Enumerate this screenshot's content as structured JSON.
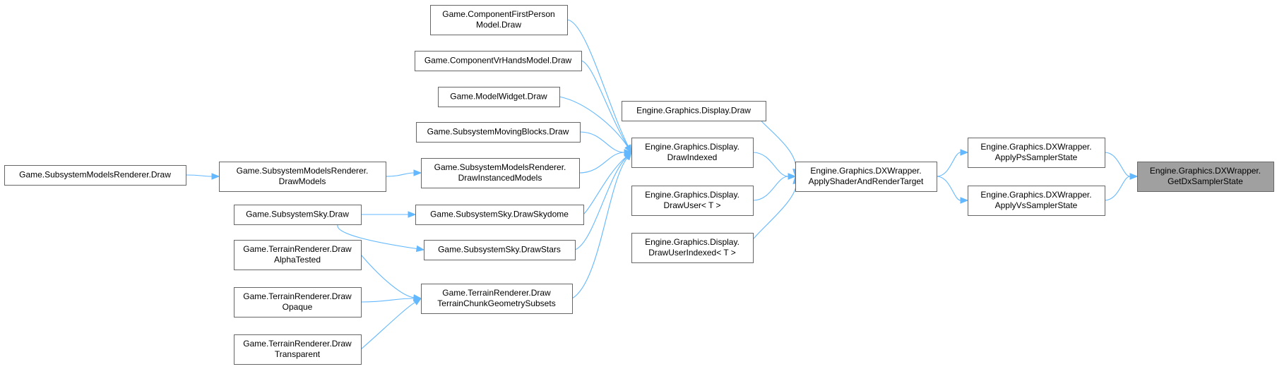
{
  "diagram": {
    "edge_color": "#63b8ff",
    "node_border_color": "#666666",
    "highlight_fill": "#a0a0a0",
    "nodes": [
      {
        "id": "getdx",
        "lines": [
          "Engine.Graphics.DXWrapper.",
          "GetDxSamplerState"
        ],
        "highlight": true
      },
      {
        "id": "applyps",
        "lines": [
          "Engine.Graphics.DXWrapper.",
          "ApplyPsSamplerState"
        ]
      },
      {
        "id": "applyvs",
        "lines": [
          "Engine.Graphics.DXWrapper.",
          "ApplyVsSamplerState"
        ]
      },
      {
        "id": "applyshader",
        "lines": [
          "Engine.Graphics.DXWrapper.",
          "ApplyShaderAndRenderTarget"
        ]
      },
      {
        "id": "display_draw",
        "lines": [
          "Engine.Graphics.Display.Draw"
        ]
      },
      {
        "id": "drawindexed",
        "lines": [
          "Engine.Graphics.Display.",
          "DrawIndexed"
        ]
      },
      {
        "id": "drawuser",
        "lines": [
          "Engine.Graphics.Display.",
          "DrawUser< T >"
        ]
      },
      {
        "id": "drawuserindexed",
        "lines": [
          "Engine.Graphics.Display.",
          "DrawUserIndexed< T >"
        ]
      },
      {
        "id": "cfp",
        "lines": [
          "Game.ComponentFirstPerson",
          "Model.Draw"
        ]
      },
      {
        "id": "cvr",
        "lines": [
          "Game.ComponentVrHandsModel.Draw"
        ]
      },
      {
        "id": "mw",
        "lines": [
          "Game.ModelWidget.Draw"
        ]
      },
      {
        "id": "smb",
        "lines": [
          "Game.SubsystemMovingBlocks.Draw"
        ]
      },
      {
        "id": "smr_dim",
        "lines": [
          "Game.SubsystemModelsRenderer.",
          "DrawInstancedModels"
        ]
      },
      {
        "id": "sky_skydome",
        "lines": [
          "Game.SubsystemSky.DrawSkydome"
        ]
      },
      {
        "id": "sky_stars",
        "lines": [
          "Game.SubsystemSky.DrawStars"
        ]
      },
      {
        "id": "tr_tcgs",
        "lines": [
          "Game.TerrainRenderer.Draw",
          "TerrainChunkGeometrySubsets"
        ]
      },
      {
        "id": "smr_dm",
        "lines": [
          "Game.SubsystemModelsRenderer.",
          "DrawModels"
        ]
      },
      {
        "id": "smr_draw",
        "lines": [
          "Game.SubsystemModelsRenderer.Draw"
        ]
      },
      {
        "id": "sky_draw",
        "lines": [
          "Game.SubsystemSky.Draw"
        ]
      },
      {
        "id": "tr_alpha",
        "lines": [
          "Game.TerrainRenderer.Draw",
          "AlphaTested"
        ]
      },
      {
        "id": "tr_opaque",
        "lines": [
          "Game.TerrainRenderer.Draw",
          "Opaque"
        ]
      },
      {
        "id": "tr_transparent",
        "lines": [
          "Game.TerrainRenderer.Draw",
          "Transparent"
        ]
      }
    ],
    "edges": [
      {
        "from": "applyps",
        "to": "getdx"
      },
      {
        "from": "applyvs",
        "to": "getdx"
      },
      {
        "from": "applyshader",
        "to": "applyps"
      },
      {
        "from": "applyshader",
        "to": "applyvs"
      },
      {
        "from": "display_draw",
        "to": "applyshader"
      },
      {
        "from": "drawindexed",
        "to": "applyshader"
      },
      {
        "from": "drawuser",
        "to": "applyshader"
      },
      {
        "from": "drawuserindexed",
        "to": "applyshader"
      },
      {
        "from": "cfp",
        "to": "drawindexed"
      },
      {
        "from": "cvr",
        "to": "drawindexed"
      },
      {
        "from": "mw",
        "to": "drawindexed"
      },
      {
        "from": "smb",
        "to": "drawindexed"
      },
      {
        "from": "smr_dim",
        "to": "drawindexed"
      },
      {
        "from": "sky_skydome",
        "to": "drawindexed"
      },
      {
        "from": "sky_stars",
        "to": "drawindexed"
      },
      {
        "from": "tr_tcgs",
        "to": "drawindexed"
      },
      {
        "from": "smr_dm",
        "to": "smr_dim"
      },
      {
        "from": "smr_draw",
        "to": "smr_dm"
      },
      {
        "from": "sky_draw",
        "to": "sky_skydome"
      },
      {
        "from": "sky_draw",
        "to": "sky_stars"
      },
      {
        "from": "tr_alpha",
        "to": "tr_tcgs"
      },
      {
        "from": "tr_opaque",
        "to": "tr_tcgs"
      },
      {
        "from": "tr_transparent",
        "to": "tr_tcgs"
      }
    ]
  }
}
